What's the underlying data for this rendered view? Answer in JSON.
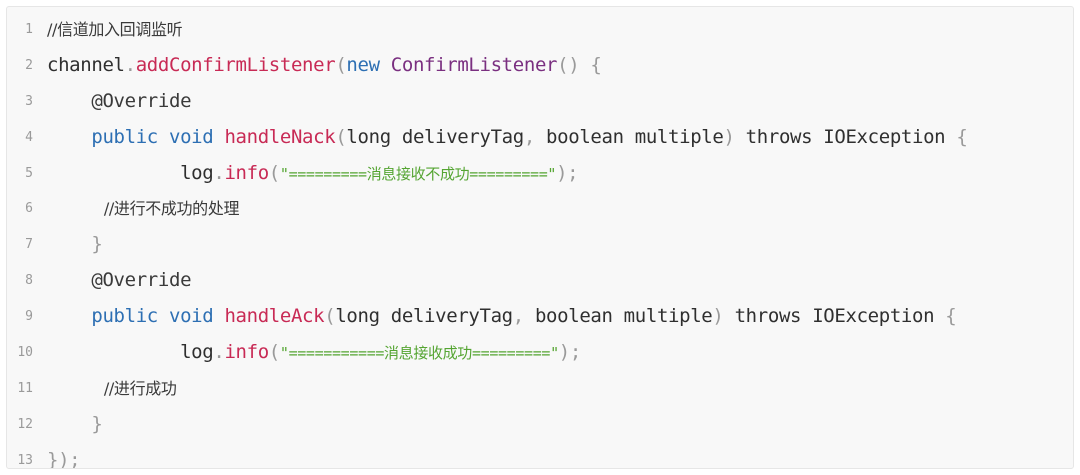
{
  "editor": {
    "lines": [
      {
        "number": "1",
        "tokens": [
          {
            "t": "//信道加入回调监听",
            "k": "comment"
          }
        ]
      },
      {
        "number": "2",
        "tokens": [
          {
            "t": "channel",
            "k": "plain"
          },
          {
            "t": ".",
            "k": "punct"
          },
          {
            "t": "addConfirmListener",
            "k": "method"
          },
          {
            "t": "(",
            "k": "punct"
          },
          {
            "t": "new ",
            "k": "keyword"
          },
          {
            "t": "ConfirmListener",
            "k": "class"
          },
          {
            "t": "() {",
            "k": "punct"
          }
        ]
      },
      {
        "number": "3",
        "tokens": [
          {
            "t": "    @Override",
            "k": "annotation"
          }
        ]
      },
      {
        "number": "4",
        "tokens": [
          {
            "t": "    public void ",
            "k": "keyword"
          },
          {
            "t": "handleNack",
            "k": "method"
          },
          {
            "t": "(",
            "k": "punct"
          },
          {
            "t": "long deliveryTag",
            "k": "plain"
          },
          {
            "t": ", ",
            "k": "punct"
          },
          {
            "t": "boolean multiple",
            "k": "plain"
          },
          {
            "t": ") ",
            "k": "punct"
          },
          {
            "t": "throws IOException ",
            "k": "plain"
          },
          {
            "t": "{",
            "k": "punct"
          }
        ]
      },
      {
        "number": "5",
        "tokens": [
          {
            "t": "            log",
            "k": "plain"
          },
          {
            "t": ".",
            "k": "punct"
          },
          {
            "t": "info",
            "k": "method"
          },
          {
            "t": "(",
            "k": "punct"
          },
          {
            "t": "\"=========消息接收不成功=========\"",
            "k": "string"
          },
          {
            "t": ");",
            "k": "punct"
          }
        ]
      },
      {
        "number": "6",
        "tokens": [
          {
            "t": "            //进行不成功的处理",
            "k": "comment"
          }
        ]
      },
      {
        "number": "7",
        "tokens": [
          {
            "t": "    }",
            "k": "punct"
          }
        ]
      },
      {
        "number": "8",
        "tokens": [
          {
            "t": "    @Override",
            "k": "annotation"
          }
        ]
      },
      {
        "number": "9",
        "tokens": [
          {
            "t": "    public void ",
            "k": "keyword"
          },
          {
            "t": "handleAck",
            "k": "method"
          },
          {
            "t": "(",
            "k": "punct"
          },
          {
            "t": "long deliveryTag",
            "k": "plain"
          },
          {
            "t": ", ",
            "k": "punct"
          },
          {
            "t": "boolean multiple",
            "k": "plain"
          },
          {
            "t": ") ",
            "k": "punct"
          },
          {
            "t": "throws IOException ",
            "k": "plain"
          },
          {
            "t": "{",
            "k": "punct"
          }
        ]
      },
      {
        "number": "10",
        "tokens": [
          {
            "t": "            log",
            "k": "plain"
          },
          {
            "t": ".",
            "k": "punct"
          },
          {
            "t": "info",
            "k": "method"
          },
          {
            "t": "(",
            "k": "punct"
          },
          {
            "t": "\"===========消息接收成功=========\"",
            "k": "string"
          },
          {
            "t": ");",
            "k": "punct"
          }
        ]
      },
      {
        "number": "11",
        "tokens": [
          {
            "t": "            //进行成功",
            "k": "comment"
          }
        ]
      },
      {
        "number": "12",
        "tokens": [
          {
            "t": "    }",
            "k": "punct"
          }
        ]
      },
      {
        "number": "13",
        "tokens": [
          {
            "t": "});",
            "k": "punct"
          }
        ]
      }
    ]
  },
  "colors": {
    "background": "#f8f8f8",
    "border": "#e6e6e6",
    "comment": "#3a3a3a",
    "method": "#c82a55",
    "keyword": "#2d6fb3",
    "class": "#7a2f80",
    "string": "#55a532",
    "punct": "#9a9a9a",
    "line_number": "#9a9a9a"
  }
}
